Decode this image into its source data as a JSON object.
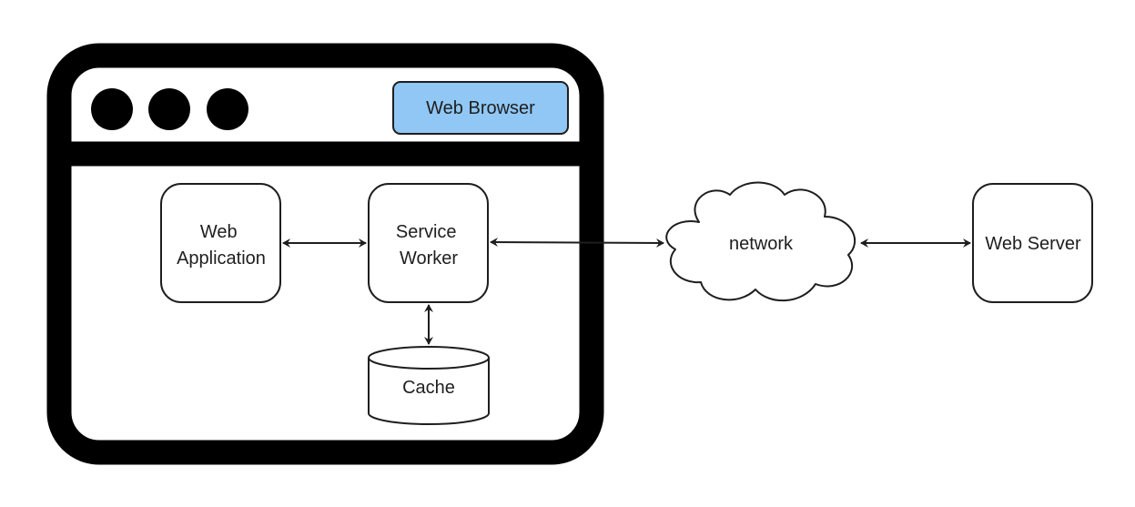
{
  "browser": {
    "label": "Web Browser",
    "label_color": "#90c7f5",
    "window_dots": [
      "dot",
      "dot",
      "dot"
    ]
  },
  "nodes": {
    "web_app": {
      "lines": [
        "Web",
        "Application"
      ]
    },
    "service_worker": {
      "lines": [
        "Service",
        "Worker"
      ]
    },
    "cache": {
      "label": "Cache"
    },
    "network": {
      "label": "network"
    },
    "web_server": {
      "label": "Web Server"
    }
  },
  "edges": [
    {
      "from": "Web Application",
      "to": "Service Worker",
      "direction": "both"
    },
    {
      "from": "Service Worker",
      "to": "Cache",
      "direction": "both"
    },
    {
      "from": "Service Worker",
      "to": "network",
      "direction": "both"
    },
    {
      "from": "network",
      "to": "Web Server",
      "direction": "both"
    }
  ],
  "colors": {
    "frame": "#000000",
    "stroke": "#1e1e1e",
    "fill": "#ffffff"
  }
}
